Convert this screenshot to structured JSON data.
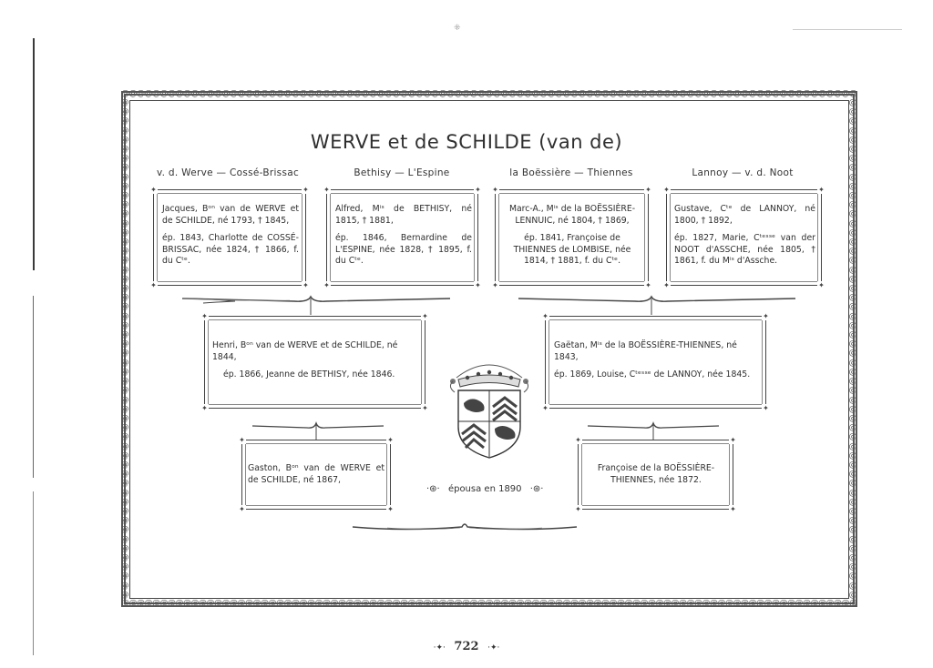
{
  "title": "WERVE et de SCHILDE (van de)",
  "lineages": [
    "v. d. Werve — Cossé-Brissac",
    "Bethisy — L'Espine",
    "la Boëssière — Thiennes",
    "Lannoy — v. d. Noot"
  ],
  "gen1": [
    {
      "line1": "Jacques, Bᵒⁿ van de WERVE et de SCHILDE, né 1793, † 1845,",
      "line2": "ép. 1843, Charlotte de COSSÉ-BRISSAC, née 1824, † 1866, f. du Cᵗᵉ."
    },
    {
      "line1": "Alfred, Mⁱˢ de BETHISY, né 1815, † 1881,",
      "line2": "ép. 1846, Bernardine de L'ESPINE, née 1828, † 1895, f. du Cᵗᵉ."
    },
    {
      "line1": "Marc-A., Mⁱˢ de la BOËSSIÈRE-LENNUIC, né 1804, † 1869,",
      "line2": "ép. 1841, Françoise de THIENNES de LOMBISE, née 1814, † 1881, f. du Cᵗᵉ."
    },
    {
      "line1": "Gustave, Cᵗᵉ de LANNOY, né 1800, † 1892,",
      "line2": "ép. 1827, Marie, Cᵗᵉˢˢᵉ van der NOOT d'ASSCHE, née 1805, † 1861, f. du Mⁱˢ d'Assche."
    }
  ],
  "gen2": [
    {
      "line1": "Henri, Bᵒⁿ van de WERVE et de SCHILDE, né 1844,",
      "line2": "ép. 1866, Jeanne de BETHISY, née 1846."
    },
    {
      "line1": "Gaëtan, Mⁱˢ de la BOËSSIÈRE-THIENNES, né 1843,",
      "line2": "ép. 1869, Louise, Cᵗᵉˢˢᵉ de LANNOY, née 1845."
    }
  ],
  "gen3": [
    {
      "line1": "Gaston, Bᵒⁿ van de WERVE et de SCHILDE, né 1867,"
    },
    {
      "line1": "Françoise de la BOËSSIÈRE-THIENNES, née 1872."
    }
  ],
  "marriage": "épousa en 1890",
  "page_number": "722",
  "icons": {
    "coat_of_arms": "coat-of-arms-icon",
    "crown": "crown-icon"
  }
}
